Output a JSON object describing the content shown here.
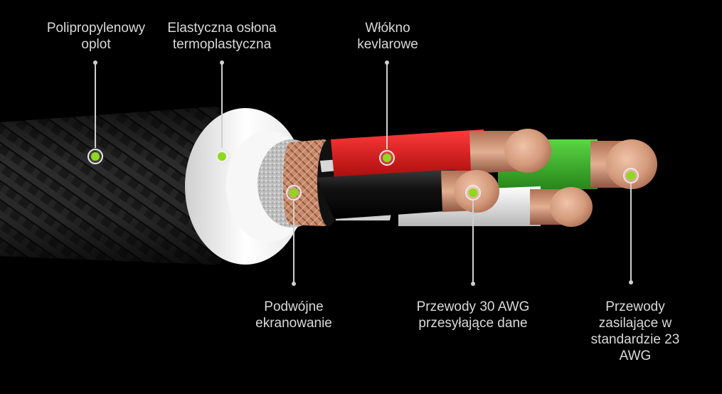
{
  "callouts": [
    {
      "id": "braid",
      "text": "Polipropylenowy\noplot"
    },
    {
      "id": "jacket",
      "text": "Elastyczna osłona\ntermoplastyczna"
    },
    {
      "id": "kevlar",
      "text": "Włókno\nkevlarowe"
    },
    {
      "id": "shield",
      "text": "Podwójne\nekranowanie"
    },
    {
      "id": "data-wires",
      "text": "Przewody 30 AWG\nprzesyłające dane"
    },
    {
      "id": "power-wires",
      "text": "Przewody\nzasilające w\nstandardzie 23\nAWG"
    }
  ],
  "colors": {
    "background": "#000000",
    "marker": "#8ed81e",
    "label": "#d9d9d9",
    "braid": "#1c1c1c",
    "jacket": "#f2f2f2",
    "copper": "#d49a7c",
    "wire_red": "#e01818",
    "wire_green": "#3fb72b",
    "wire_black": "#111111",
    "wire_white": "#ececec"
  }
}
